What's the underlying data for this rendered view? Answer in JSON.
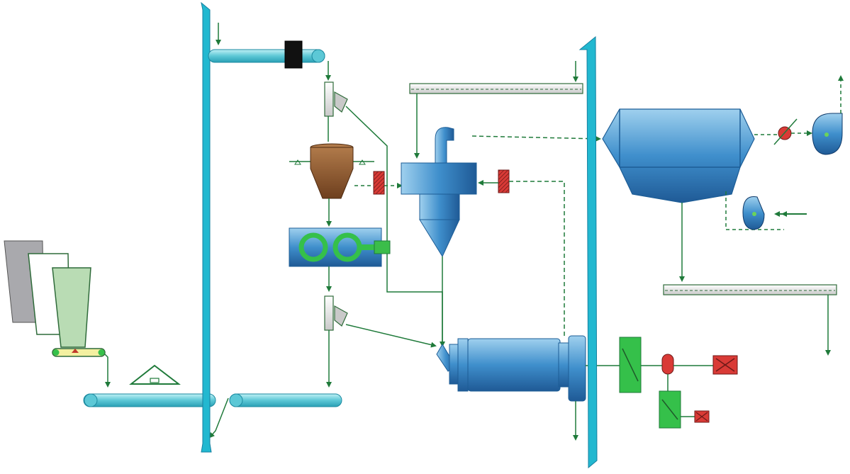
{
  "diagram": {
    "type": "cement grinding process flow diagram (roller press + ball mill)",
    "labels": [],
    "components": [
      "raw-material-bins",
      "weigh-feeder-belt",
      "metal-detector",
      "feed-belt-conveyor",
      "left-bucket-elevator",
      "top-belt-conveyor",
      "iron-remover",
      "pre-feed-splitter",
      "stable-flow-bin",
      "roller-press",
      "v-separator",
      "dynamic-separator",
      "lower-splitter",
      "ball-mill",
      "mill-motor",
      "mill-reducer",
      "right-bucket-elevator",
      "air-slide-top",
      "bag-filter",
      "system-fan",
      "air-valve",
      "cooling-fan",
      "product-air-slide",
      "bottom-belt-conveyor"
    ]
  },
  "colors": {
    "line": "#1f7a3a",
    "elevator": "#22b8d0",
    "conveyor": "#5cc8d6",
    "vessel": "#4d9fd6",
    "vessel_dark": "#1d5d96",
    "bin_product": "#8b5a32",
    "roller": "#35c04a",
    "motor": "#3bbd4a",
    "damper": "#d93a36",
    "fan": "#1f5aa8"
  }
}
